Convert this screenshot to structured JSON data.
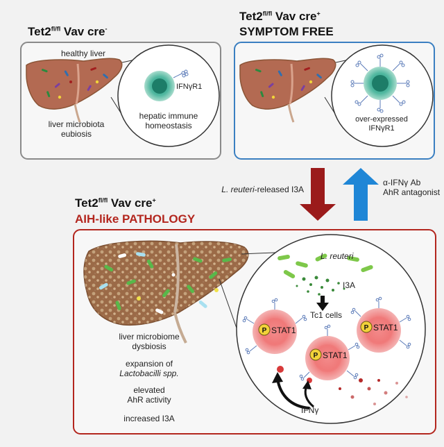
{
  "panel_top_left": {
    "title_main": "Tet2",
    "title_sup": "fl/fl",
    "title_rest": " Vav cre",
    "title_cre_sup": "-",
    "healthy_liver": "healthy liver",
    "eubiosis_line1": "liver microbiota",
    "eubiosis_line2": "eubiosis",
    "receptor": "IFNγR1",
    "homeostasis_line1": "hepatic immune",
    "homeostasis_line2": "homeostasis"
  },
  "panel_top_right": {
    "title_main": "Tet2",
    "title_sup": "fl/fl",
    "title_rest": " Vav cre",
    "title_cre_sup": "+",
    "subtitle": "SYMPTOM FREE",
    "overexpressed_line1": "over-expressed",
    "overexpressed_line2": "IFNγR1"
  },
  "arrows": {
    "down_italic": "L. reuteri",
    "down_rest": "-released I3A",
    "up_line1": "α-IFNγ Ab",
    "up_line2": "AhR antagonist"
  },
  "panel_bottom": {
    "title_main": "Tet2",
    "title_sup": "fl/fl",
    "title_rest": " Vav cre",
    "title_cre_sup": "+",
    "subtitle": "AIH-like PATHOLOGY",
    "dysbiosis_line1": "liver microbiome",
    "dysbiosis_line2": "dysbiosis",
    "expansion_line1": "expansion of",
    "expansion_line2": "Lactobacilli spp.",
    "ahr_line1": "elevated",
    "ahr_line2": "AhR activity",
    "i3a_increase": "increased I3A",
    "bacterium": "L. reuteri",
    "metabolite": "I3A",
    "cells": "Tc1 cells",
    "phospho": "P",
    "stat": "STAT1",
    "cytokine": "IFNγ"
  },
  "colors": {
    "gray_border": "#8a8a8a",
    "blue_border": "#3a7fc1",
    "red_border": "#b3261e",
    "down_arrow": "#9b1b1b",
    "up_arrow": "#1f86d6",
    "liver": "#b36a52",
    "liver_dark": "#8a5436",
    "receptor_cell": "#5bbfa8",
    "tc1_cell": "#ef6f6f"
  }
}
